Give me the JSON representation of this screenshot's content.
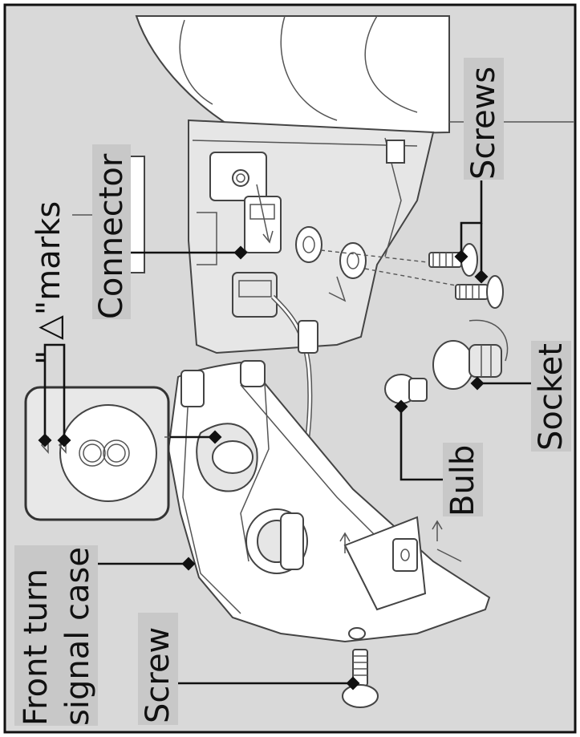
{
  "labels": {
    "front_turn_signal_case_line1": "Front turn",
    "front_turn_signal_case_line2": "signal case",
    "screw": "Screw",
    "connector": "Connector",
    "marks": "\" △\"marks",
    "screws": "Screws",
    "socket": "Socket",
    "bulb": "Bulb"
  },
  "colors": {
    "background": "#d9d9d9",
    "frame": "#111111",
    "label_highlight": "#c8c8c8",
    "inset_background": "#e8e8e8",
    "inset_border": "#333333"
  }
}
